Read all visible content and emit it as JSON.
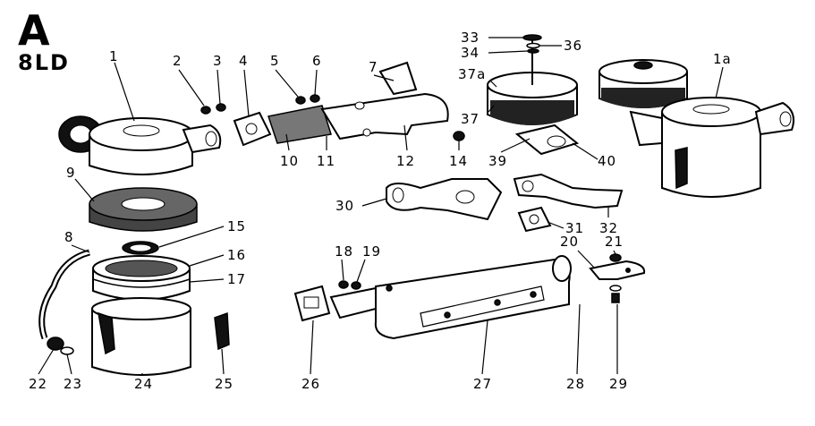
{
  "header": {
    "letter": "A",
    "model": "8LD"
  },
  "labels": {
    "p1": "1",
    "p1a": "1a",
    "p2": "2",
    "p3": "3",
    "p4": "4",
    "p5": "5",
    "p6": "6",
    "p7": "7",
    "p8": "8",
    "p9": "9",
    "p10": "10",
    "p11": "11",
    "p12": "12",
    "p14": "14",
    "p15": "15",
    "p16": "16",
    "p17": "17",
    "p18": "18",
    "p19": "19",
    "p20": "20",
    "p21": "21",
    "p22": "22",
    "p23": "23",
    "p24": "24",
    "p25": "25",
    "p26": "26",
    "p27": "27",
    "p28": "28",
    "p29": "29",
    "p30": "30",
    "p31": "31",
    "p32": "32",
    "p33": "33",
    "p34": "34",
    "p36": "36",
    "p37": "37",
    "p37a": "37a",
    "p39": "39",
    "p40": "40"
  }
}
